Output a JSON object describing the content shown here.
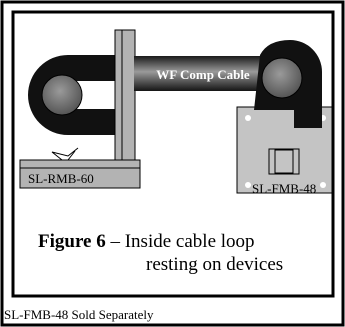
{
  "diagram": {
    "cable_label": "WF Comp Cable",
    "left_device_label": "SL-RMB-60",
    "right_device_label": "SL-FMB-48"
  },
  "caption": {
    "figure_label": "Figure 6",
    "dash": " – ",
    "text_line1": "Inside cable loop",
    "text_line2": "resting on devices"
  },
  "footnote": "SL-FMB-48 Sold Separately",
  "colors": {
    "outline": "#000000",
    "device_gray": "#b3b3b3",
    "plate_gray": "#c4c4c4",
    "roller_gray": "#6e6e6e"
  }
}
